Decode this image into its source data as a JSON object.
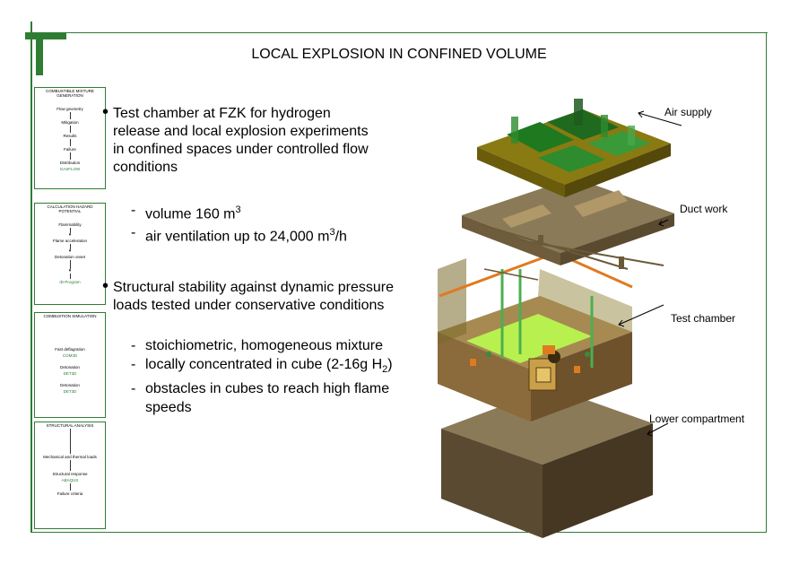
{
  "title": "LOCAL EXPLOSION IN CONFINED VOLUME",
  "sidebar": {
    "box1": {
      "head": "COMBUSTIBLE MIXTURE GENERATION",
      "steps": [
        "Flow geometry",
        "Mitigation",
        "Results",
        "Failure"
      ],
      "foot_black": "Distribution",
      "foot_green": "GASFLOW"
    },
    "box2": {
      "head": "CALCULATION HAZARD POTENTIAL",
      "steps": [
        "Flammability",
        "Flame acceleration",
        "Detonation onset"
      ],
      "foot_green": "ID-Program"
    },
    "box3": {
      "head": "COMBUSTION SIMULATION",
      "step1_black": "Fast deflagration",
      "step1_green": "COM3D",
      "step2_black": "Detonation",
      "step2_green": "DET3D",
      "foot_black": "Detonation",
      "foot_green": "DET3D"
    },
    "box4": {
      "head": "STRUCTURAL ANALYSIS",
      "step1": "Mechanical and thermal loads",
      "step2_black": "Structural response",
      "step2_green": "ABAQUS",
      "foot": "Failure criteria"
    }
  },
  "bullet1": {
    "lines": [
      "Test chamber at FZK for hydrogen",
      "release and local explosion experiments",
      "in confined spaces under controlled flow",
      "conditions"
    ]
  },
  "sub1": {
    "a_text": "volume 160 m",
    "a_sup": "3",
    "b_text": "air ventilation up to 24,000 m",
    "b_sup": "3",
    "b_tail": "/h"
  },
  "bullet2": {
    "lines": [
      "Structural stability against dynamic pressure",
      "loads tested under conservative conditions"
    ]
  },
  "sub2": {
    "a": "stoichiometric, homogeneous mixture",
    "b_text": "locally concentrated in cube (2-16g H",
    "b_sub": "2",
    "b_tail": ")",
    "c1": "obstacles in cubes to reach high flame",
    "c2": "speeds"
  },
  "labels": {
    "air_supply": "Air supply",
    "duct_work": "Duct work",
    "test_chamber": "Test chamber",
    "lower_compartment": "Lower compartment"
  },
  "colors": {
    "frame": "#2e7d32",
    "olive": "#8a7a12",
    "green": "#1f7a1f",
    "brown": "#8b6a3c",
    "orange": "#e07a20",
    "lime": "#b8f050"
  }
}
